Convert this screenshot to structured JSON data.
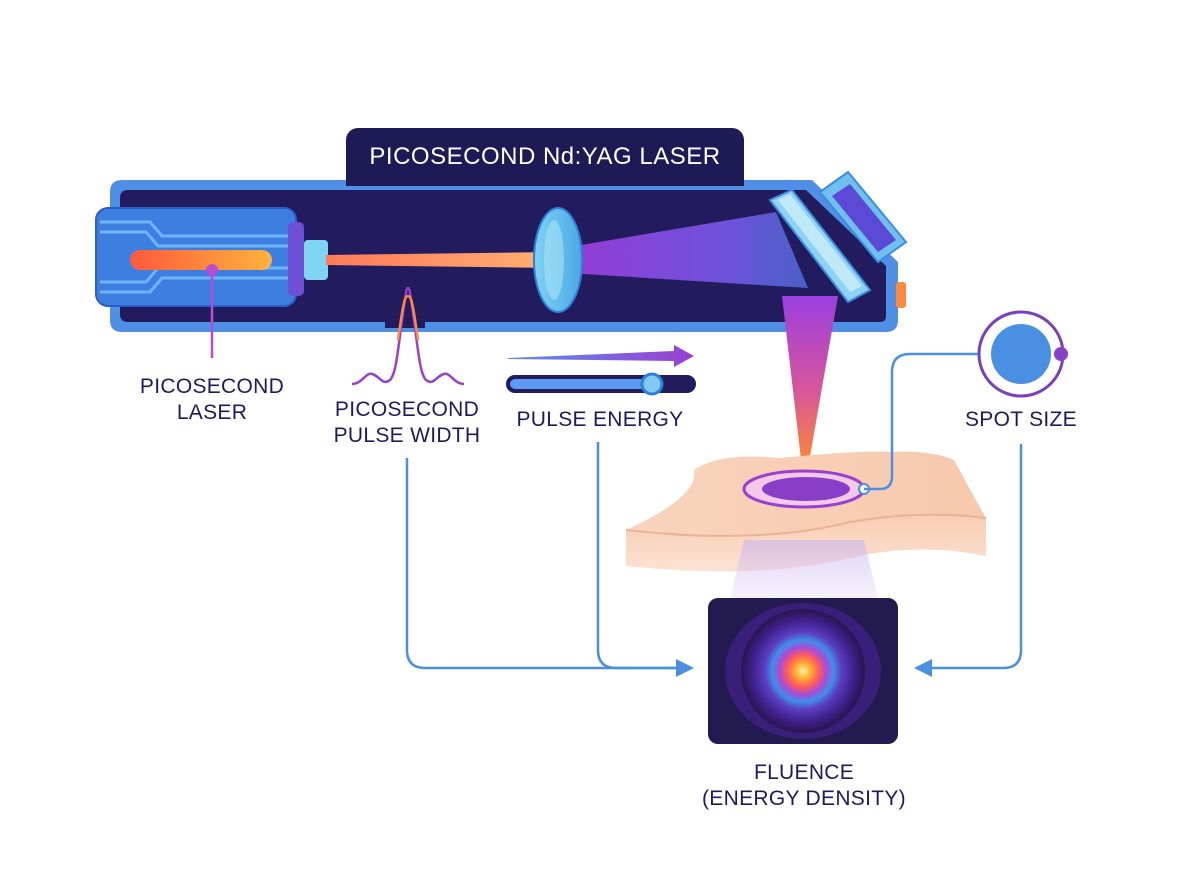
{
  "title": "PICOSECOND Nd:YAG LASER",
  "labels": {
    "laser": [
      "PICOSECOND",
      "LASER"
    ],
    "pulse_width": [
      "PICOSECOND",
      "PULSE WIDTH"
    ],
    "pulse_energy": "PULSE ENERGY",
    "spot_size": "SPOT SIZE",
    "fluence": [
      "FLUENCE",
      "(ENERGY DENSITY)"
    ]
  },
  "pulse_energy_slider": {
    "level": 0.78
  },
  "colors": {
    "housing": "#221c5e",
    "housing_border": "#4f8fe6",
    "accent_blue": "#4a90e2",
    "purple": "#8b3fc8",
    "beam_orange": "#ff8a3d",
    "skin": "#f8d2b8"
  }
}
